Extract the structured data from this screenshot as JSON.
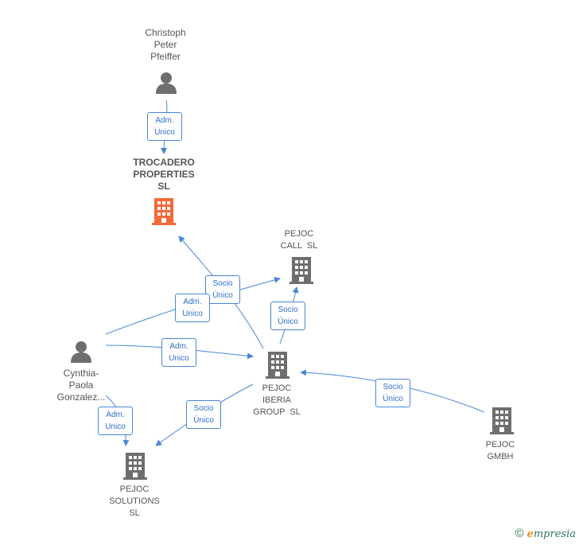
{
  "nodes": {
    "christoph": {
      "label_lines": [
        "Christoph",
        "Peter",
        "Pfeiffer"
      ],
      "type": "person-icon"
    },
    "trocadero": {
      "label_lines": [
        "TROCADERO",
        "PROPERTIES",
        "SL"
      ],
      "type": "company-icon",
      "highlight_color": "#f26a3a"
    },
    "pejoc_call": {
      "label_lines": [
        "PEJOC",
        "CALL  SL"
      ],
      "type": "company-icon"
    },
    "cynthia": {
      "label_lines": [
        "Cynthia-",
        "Paola",
        "Gonzalez..."
      ],
      "type": "person-icon"
    },
    "pejoc_iberia": {
      "label_lines": [
        "PEJOC",
        "IBERIA",
        "GROUP  SL"
      ],
      "type": "company-icon"
    },
    "pejoc_gmbh": {
      "label_lines": [
        "PEJOC",
        "GMBH"
      ],
      "type": "company-icon"
    },
    "pejoc_solutions": {
      "label_lines": [
        "PEJOC",
        "SOLUTIONS",
        "SL"
      ],
      "type": "company-icon"
    }
  },
  "edges": {
    "e1": {
      "label_lines": [
        "Adm.",
        "Unico"
      ]
    },
    "e2": {
      "label_lines": [
        "Socio",
        "Único"
      ]
    },
    "e3": {
      "label_lines": [
        "Adm.",
        "Unico"
      ]
    },
    "e4": {
      "label_lines": [
        "Socio",
        "Único"
      ]
    },
    "e5": {
      "label_lines": [
        "Adm.",
        "Unico"
      ]
    },
    "e6": {
      "label_lines": [
        "Socio",
        "Único"
      ]
    },
    "e7": {
      "label_lines": [
        "Socio",
        "Único"
      ]
    },
    "e8": {
      "label_lines": [
        "Adm.",
        "Unico"
      ]
    }
  },
  "colors": {
    "edge": "#4a86d6",
    "icon": "#6e6e6e",
    "highlight": "#f26a3a"
  },
  "footer": {
    "copyright": "©",
    "brand_initial": "e",
    "brand_rest": "mpresia"
  }
}
